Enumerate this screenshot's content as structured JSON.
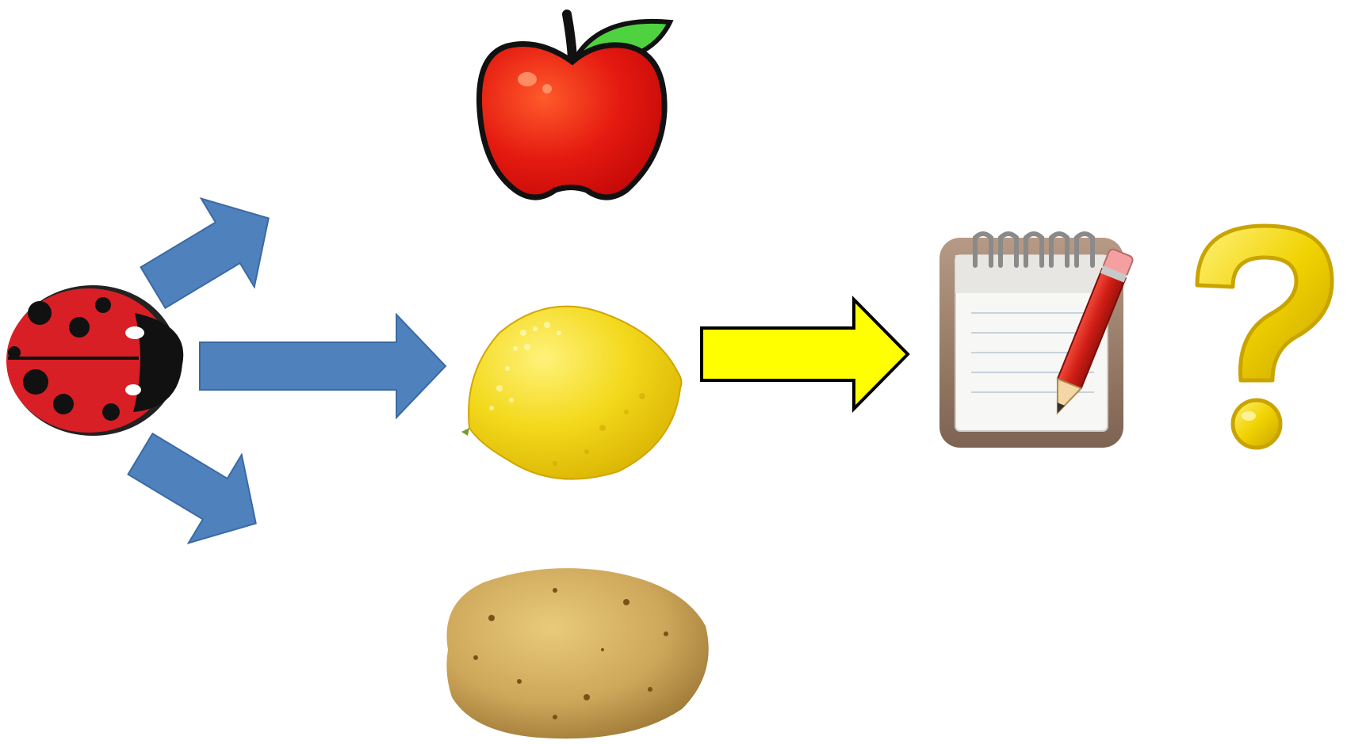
{
  "diagram": {
    "nodes": [
      {
        "id": "ladybug",
        "icon": "ladybug-icon"
      },
      {
        "id": "apple",
        "icon": "apple-icon"
      },
      {
        "id": "lemon",
        "icon": "lemon-icon"
      },
      {
        "id": "potato",
        "icon": "potato-icon"
      },
      {
        "id": "notepad",
        "icon": "notepad-pencil-icon"
      },
      {
        "id": "question",
        "icon": "question-mark-icon"
      }
    ],
    "edges": [
      {
        "from": "ladybug",
        "to": "apple",
        "color": "#4f81bd"
      },
      {
        "from": "ladybug",
        "to": "lemon",
        "color": "#4f81bd"
      },
      {
        "from": "ladybug",
        "to": "potato",
        "color": "#4f81bd"
      },
      {
        "from": "lemon",
        "to": "notepad",
        "color": "#ffff00"
      }
    ]
  },
  "colors": {
    "blue_arrow": "#4f81bd",
    "yellow_arrow": "#ffff00",
    "apple_red": "#e01010",
    "lemon_yellow": "#f0d000",
    "potato_brown": "#c9a350",
    "ladybug_red": "#d81f26",
    "question_yellow": "#f2d600"
  }
}
